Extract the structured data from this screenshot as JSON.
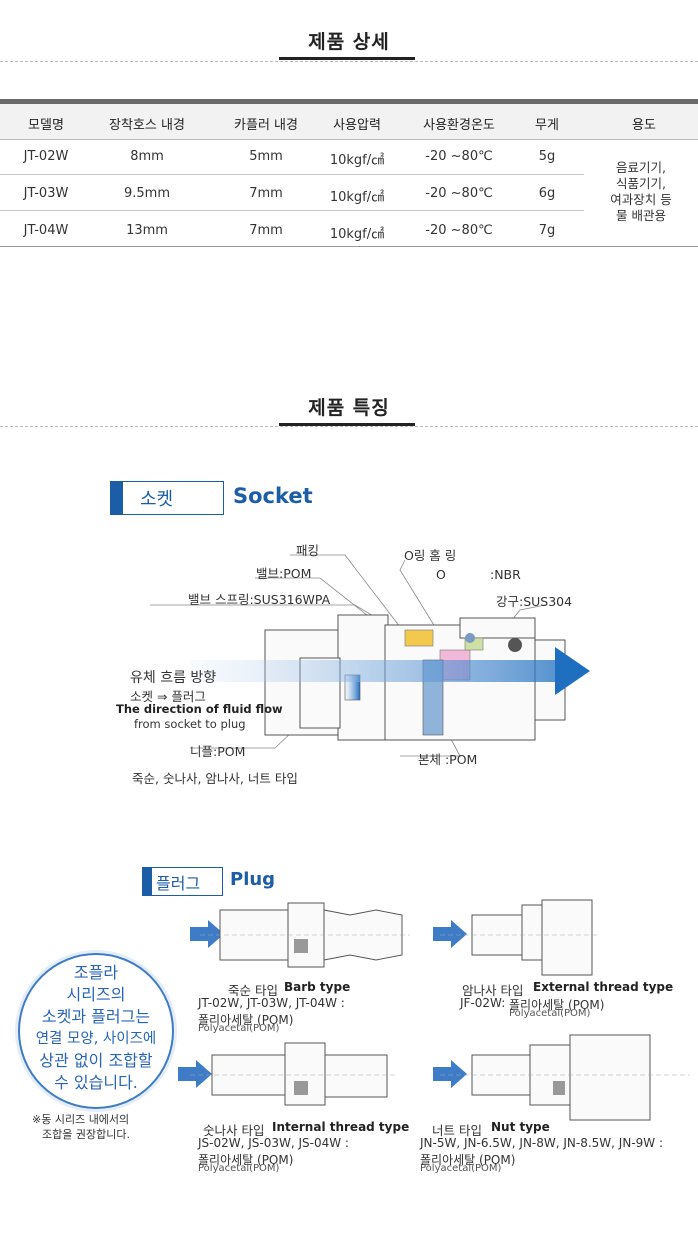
{
  "detail": {
    "title": "제품 상세",
    "headers": [
      "모델명",
      "장착호스 내경",
      "카플러 내경",
      "사용압력",
      "사용환경온도",
      "무게",
      "용도"
    ],
    "rows": [
      [
        "JT-02W",
        "8mm",
        "5mm",
        "10kgf/㎠",
        "-20 ~80℃",
        "5g"
      ],
      [
        "JT-03W",
        "9.5mm",
        "7mm",
        "10kgf/㎠",
        "-20 ~80℃",
        "6g"
      ],
      [
        "JT-04W",
        "13mm",
        "7mm",
        "10kgf/㎠",
        "-20 ~80℃",
        "7g"
      ]
    ],
    "usage": [
      "음료기기,",
      "식품기기,",
      "여과장치 등",
      "물 배관용"
    ]
  },
  "features": {
    "title": "제품 특징"
  },
  "socket": {
    "label_ko": "소켓",
    "label_en": "Socket",
    "parts": {
      "packing": "패킹",
      "valve": "밸브:POM",
      "valve_spring": "밸브 스프링:SUS316WPA",
      "oring_groove": "O링 홈 링",
      "oring_symbol": "O",
      "oring_material": ":NBR",
      "steel_ball": "강구:SUS304",
      "nipple": "니플:POM",
      "body": "본체 :POM"
    },
    "flow_ko": "유체 흐름 방향",
    "flow_ko_sub": "소켓 ⇒ 플러그",
    "flow_en_1": "The direction of fluid flow",
    "flow_en_2": "from socket to plug",
    "types": "죽순, 숫나사, 암나사, 너트 타입"
  },
  "plug": {
    "label_ko": "플러그",
    "label_en": "Plug",
    "barb": {
      "title_ko": "죽순 타입",
      "title_en": "Barb type",
      "models": "JT-02W, JT-03W, JT-04W :",
      "material_ko": "폴리아세탈 (POM)",
      "material_en": "Polyacetal(POM)"
    },
    "external": {
      "title_ko": "암나사 타입",
      "title_en": "External thread type",
      "models": "JF-02W:",
      "material_ko": "폴리아세탈 (POM)",
      "material_en": "Polyacetal(POM)"
    },
    "internal": {
      "title_ko": "숫나사 타입",
      "title_en": "Internal thread type",
      "models": "JS-02W, JS-03W, JS-04W :",
      "material_ko": "폴리아세탈 (POM)",
      "material_en": "Polyacetal(POM)"
    },
    "nut": {
      "title_ko": "너트 타입",
      "title_en": "Nut type",
      "models": "JN-5W, JN-6.5W, JN-8W, JN-8.5W, JN-9W :",
      "material_ko": "폴리아세탈 (POM)",
      "material_en": "Polyacetal(POM)"
    }
  },
  "callout": {
    "lines": [
      "조플라",
      "시리즈의",
      "소켓과 플러그는",
      "연결 모양, 사이즈에",
      "상관 없이 조합할",
      "수 있습니다."
    ],
    "note_1": "※동 시리즈 내에서의",
    "note_2": "조합을 권장합니다."
  },
  "colors": {
    "accent": "#1c5da8",
    "arrow": "#1f6fc0",
    "table_border": "#6b6b6b"
  }
}
